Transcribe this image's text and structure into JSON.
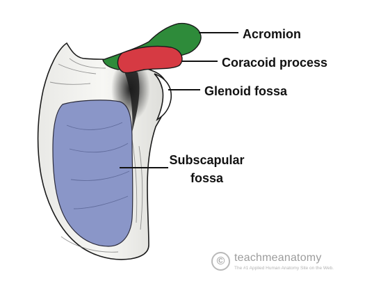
{
  "labels": {
    "acromion": "Acromion",
    "coracoid_process": "Coracoid process",
    "glenoid_fossa": "Glenoid fossa",
    "subscapular_fossa_line1": "Subscapular",
    "subscapular_fossa_line2": "fossa"
  },
  "watermark": {
    "icon_glyph": "©",
    "brand": "teachmeanatomy",
    "tagline": "The #1 Applied Human Anatomy Site on the Web."
  },
  "colors": {
    "acromion": "#2e8b3a",
    "coracoid_process": "#d63a43",
    "subscapular_fossa": "#8a96c8",
    "bone": "#f4f4f1",
    "outline": "#1a1a1a"
  }
}
